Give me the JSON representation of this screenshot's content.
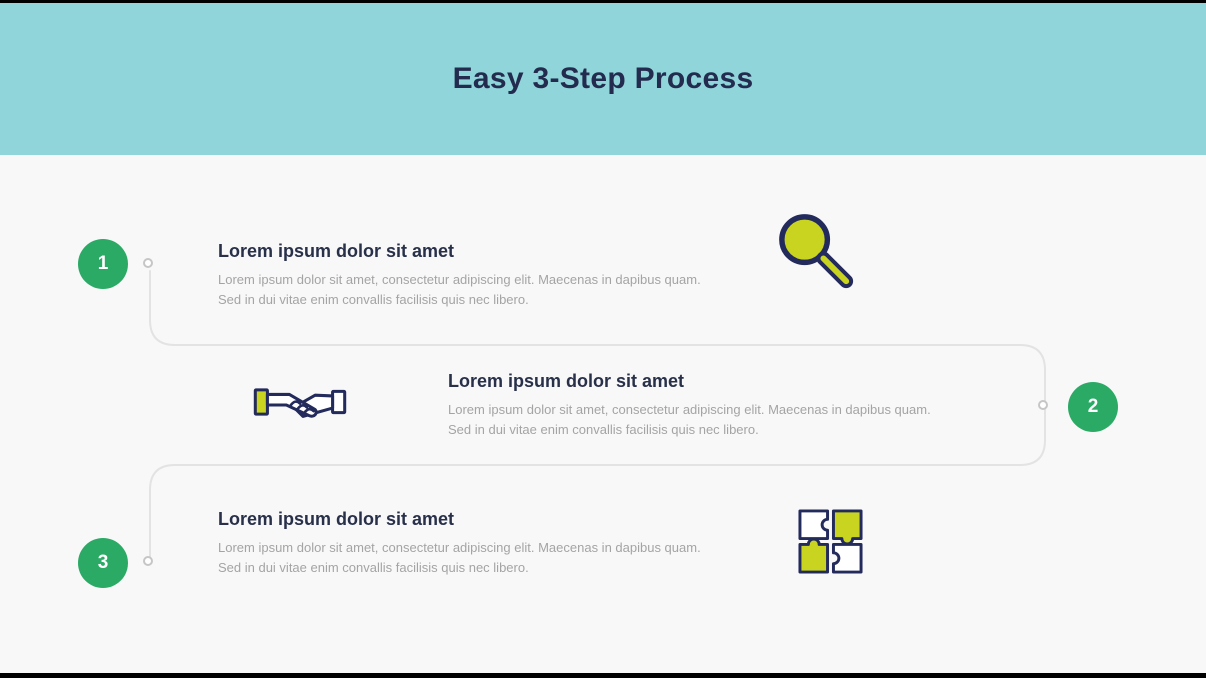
{
  "header": {
    "title": "Easy 3-Step Process"
  },
  "steps": [
    {
      "number": "1",
      "heading": "Lorem ipsum dolor sit amet",
      "body_line1": "Lorem ipsum dolor sit amet, consectetur adipiscing elit. Maecenas in dapibus quam.",
      "body_line2": "Sed in dui vitae enim convallis facilisis quis nec libero.",
      "icon": "magnifier-icon"
    },
    {
      "number": "2",
      "heading": "Lorem ipsum dolor sit amet",
      "body_line1": "Lorem ipsum dolor sit amet, consectetur adipiscing elit. Maecenas in dapibus quam.",
      "body_line2": "Sed in dui vitae enim convallis facilisis quis nec libero.",
      "icon": "handshake-icon"
    },
    {
      "number": "3",
      "heading": "Lorem ipsum dolor sit amet",
      "body_line1": "Lorem ipsum dolor sit amet, consectetur adipiscing elit. Maecenas in dapibus quam.",
      "body_line2": "Sed in dui vitae enim convallis facilisis quis nec libero.",
      "icon": "puzzle-icon"
    }
  ],
  "colors": {
    "header_bg": "#90d5da",
    "title_text": "#232c4e",
    "accent_green": "#2baa66",
    "accent_yellow": "#c8d420",
    "icon_navy": "#232a5c",
    "body_text": "#a4a4a4",
    "connector": "#e3e3e3"
  }
}
